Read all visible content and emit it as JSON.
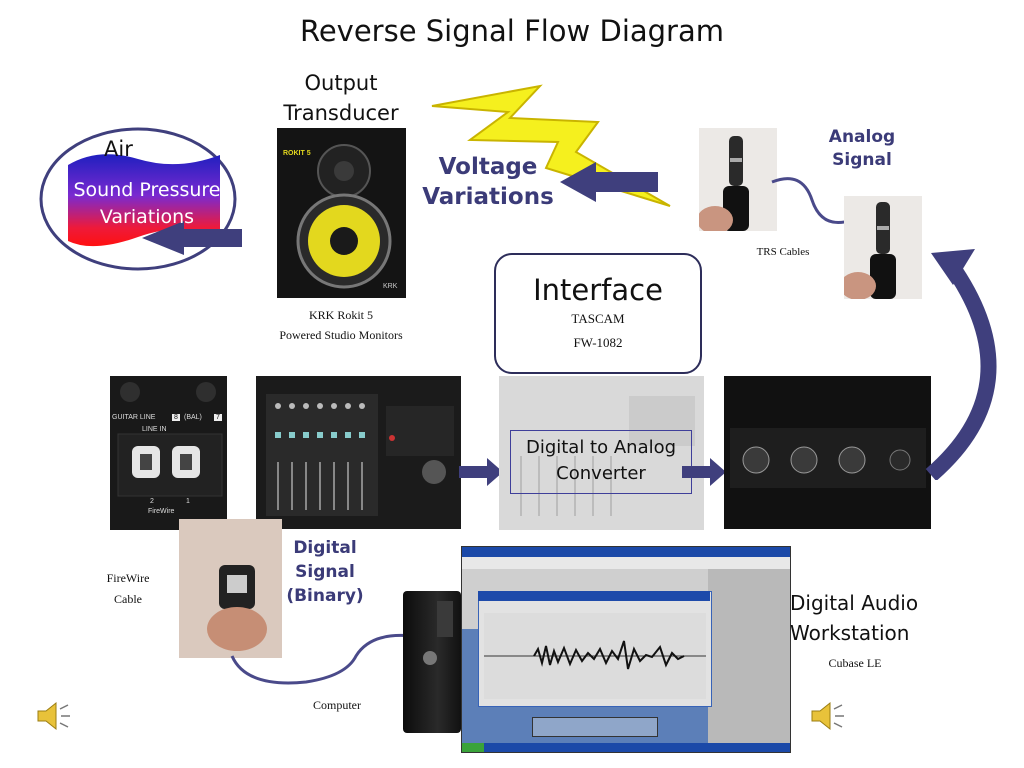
{
  "title": "Reverse Signal Flow Diagram",
  "air": {
    "label": "Air",
    "text_line1": "Sound Pressure",
    "text_line2": "Variations"
  },
  "speaker": {
    "heading_line1": "Output",
    "heading_line2": "Transducer",
    "caption_line1": "KRK Rokit 5",
    "caption_line2": "Powered Studio Monitors",
    "brand_logo": "ROKIT 5",
    "badge": "KRK"
  },
  "voltage": {
    "line1": "Voltage",
    "line2": "Variations"
  },
  "analog": {
    "line1": "Analog",
    "line2": "Signal",
    "trs_caption": "TRS Cables"
  },
  "interface": {
    "title": "Interface",
    "line1": "TASCAM",
    "line2": "FW-1082"
  },
  "converter": {
    "line1": "Digital  to Analog",
    "line2": "Converter"
  },
  "firewire_panel": {
    "guitar_line": "GUITAR LINE",
    "line_in": "LINE IN",
    "ch8": "8",
    "bal": "(BAL)",
    "ch7": "7",
    "port2": "2",
    "port1": "1",
    "firewire": "FireWire"
  },
  "firewire_cable": {
    "line1": "FireWire",
    "line2": "Cable"
  },
  "digital": {
    "line1": "Digital",
    "line2": "Signal",
    "line3": "(Binary)"
  },
  "computer": {
    "caption": "Computer"
  },
  "daw": {
    "line1": "Digital Audio",
    "line2": "Workstation",
    "caption": "Cubase LE"
  },
  "icons": [
    "speaker-sound-icon",
    "speaker-sound-icon"
  ],
  "colors": {
    "arrow_navy": "#3f3f7d",
    "bolt_yellow": "#f5f01e",
    "voltage_text": "#3b3b78",
    "interface_border": "#2d2d5a"
  }
}
